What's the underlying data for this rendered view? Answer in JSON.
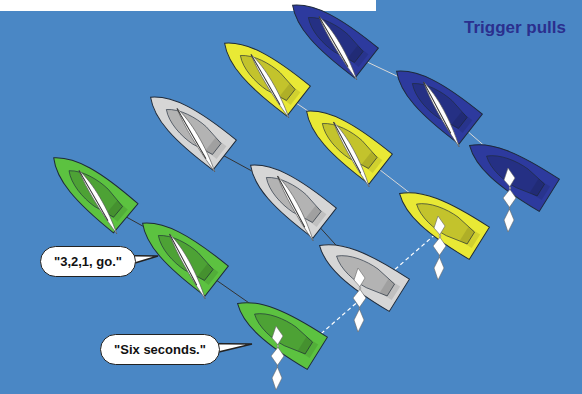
{
  "diagram": {
    "title": "Trigger pulls",
    "nodes": [
      {
        "text": [
          "\"3,2,1, go.\""
        ]
      },
      {
        "text": [
          "\"Six seconds.\""
        ]
      }
    ]
  }
}
